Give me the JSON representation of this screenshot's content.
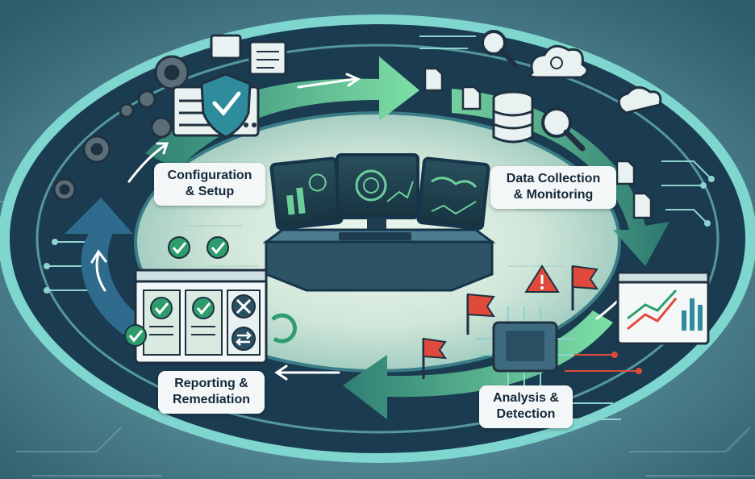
{
  "stages": [
    {
      "id": "configuration",
      "line1": "Configuration",
      "line2": "& Setup"
    },
    {
      "id": "data-collection",
      "line1": "Data Collection",
      "line2": "& Monitoring"
    },
    {
      "id": "analysis",
      "line1": "Analysis &",
      "line2": "Detection"
    },
    {
      "id": "reporting",
      "line1": "Reporting &",
      "line2": "Remediation"
    }
  ],
  "icons": {
    "center": "monitoring-workstation-icon",
    "configuration": [
      "gear-icon",
      "shield-check-icon",
      "server-icon"
    ],
    "data_collection": [
      "magnifier-icon",
      "cloud-icon",
      "database-icon",
      "document-icon"
    ],
    "analysis": [
      "processor-chip-icon",
      "warning-flag-icon",
      "warning-triangle-icon"
    ],
    "reporting": [
      "checklist-window-icon",
      "tools-icon",
      "refresh-icon",
      "checkmark-icon"
    ]
  },
  "colors": {
    "background": "#3e6f7d",
    "ring_outer": "#7fd6cf",
    "ring_dark": "#16344a",
    "arrow_green": "#6ccf9a",
    "arrow_blue": "#2e6b8c",
    "alert_red": "#e04a3c",
    "label_bg": "#f4f7f7",
    "label_text": "#13283a"
  }
}
